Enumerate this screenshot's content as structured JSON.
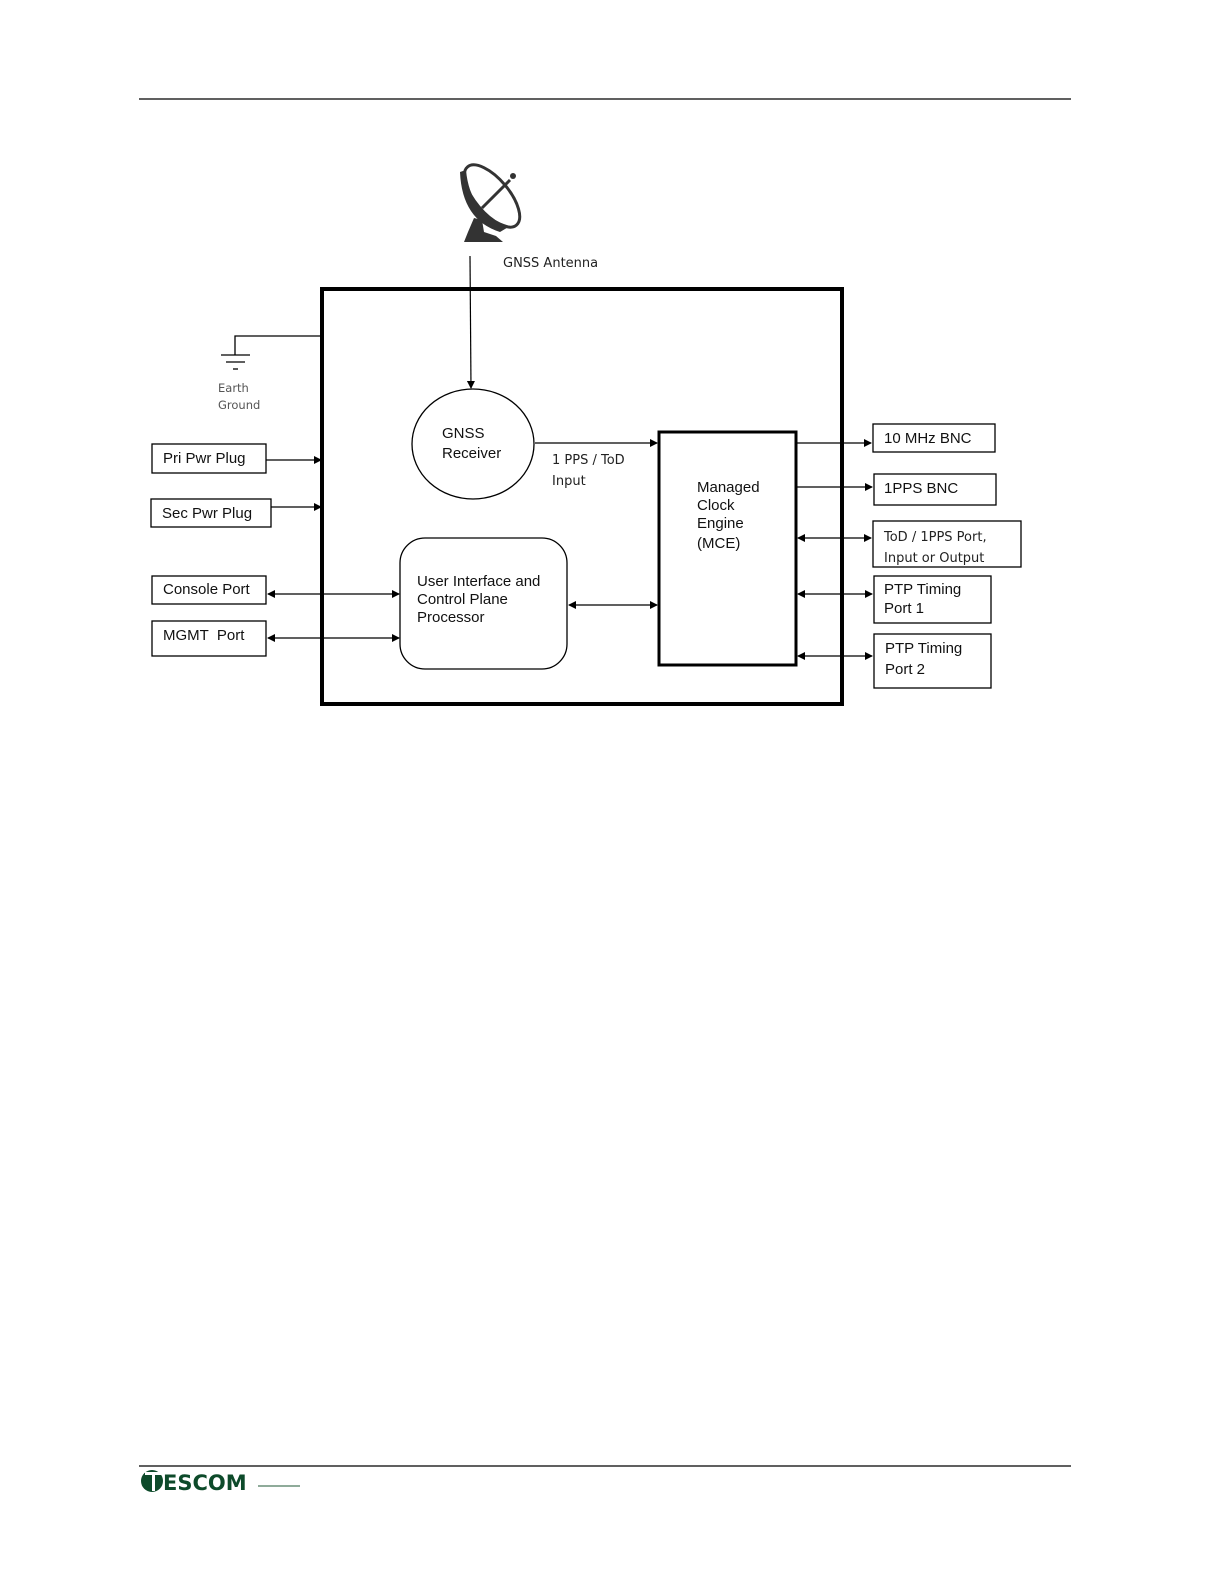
{
  "antenna": {
    "label": "GNSS Antenna",
    "icon": "satellite-dish-icon"
  },
  "ground": {
    "line1": "Earth",
    "line2": "Ground",
    "icon": "earth-ground-icon"
  },
  "gnss_receiver": {
    "line1": "GNSS",
    "line2": "Receiver"
  },
  "pps_link": {
    "line1": "1 PPS / ToD",
    "line2": "Input"
  },
  "mce": {
    "line1": "Managed",
    "line2": "Clock",
    "line3": "Engine",
    "line4": "(MCE)"
  },
  "ui_processor": {
    "line1": "User Interface and",
    "line2": "Control Plane",
    "line3": "Processor"
  },
  "left_ports": [
    "Pri Pwr Plug",
    "Sec Pwr Plug",
    "Console Port",
    "MGMT  Port"
  ],
  "right_ports": {
    "bnc10": "10 MHz BNC",
    "bnc1pps": "1PPS BNC",
    "tod_1": "ToD / 1PPS Port,",
    "tod_2": "Input or Output",
    "ptp1_1": "PTP Timing",
    "ptp1_2": "Port 1",
    "ptp2_1": "PTP Timing",
    "ptp2_2": "Port 2"
  },
  "footer": {
    "logo": "TESCOM",
    "brand_color": "#0d4a2a"
  }
}
